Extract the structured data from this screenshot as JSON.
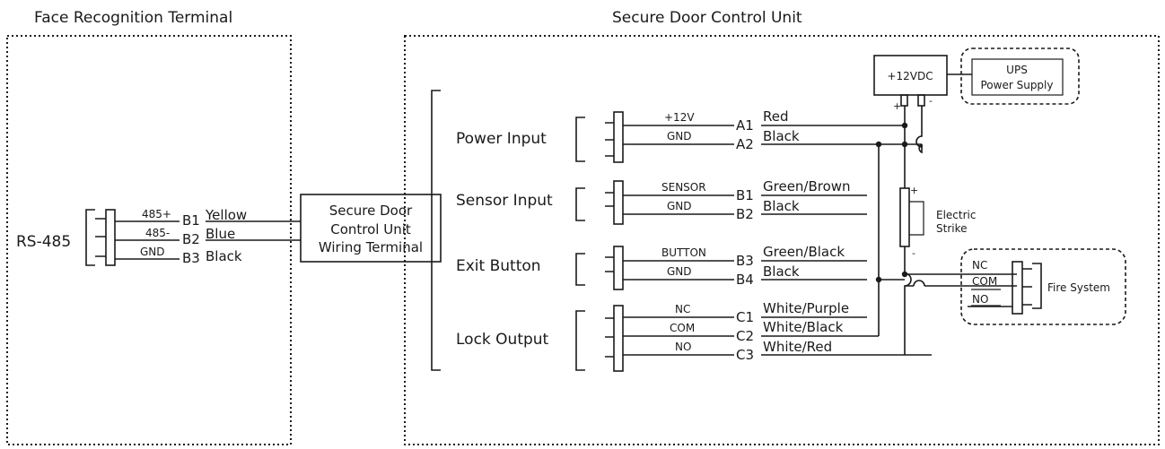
{
  "left_panel": {
    "title": "Face Recognition Terminal",
    "port_label": "RS-485",
    "pins": [
      {
        "signal": "485+",
        "pin": "B1",
        "wire": "Yellow"
      },
      {
        "signal": "485-",
        "pin": "B2",
        "wire": "Blue"
      },
      {
        "signal": "GND",
        "pin": "B3",
        "wire": "Black"
      }
    ]
  },
  "terminal_box": {
    "line1": "Secure Door",
    "line2": "Control Unit",
    "line3": "Wiring Terminal"
  },
  "right_panel": {
    "title": "Secure Door Control Unit",
    "groups": [
      {
        "label": "Power Input",
        "rows": [
          {
            "signal": "+12V",
            "pin": "A1",
            "wire": "Red"
          },
          {
            "signal": "GND",
            "pin": "A2",
            "wire": "Black"
          }
        ]
      },
      {
        "label": "Sensor Input",
        "rows": [
          {
            "signal": "SENSOR",
            "pin": "B1",
            "wire": "Green/Brown"
          },
          {
            "signal": "GND",
            "pin": "B2",
            "wire": "Black"
          }
        ]
      },
      {
        "label": "Exit Button",
        "rows": [
          {
            "signal": "BUTTON",
            "pin": "B3",
            "wire": "Green/Black"
          },
          {
            "signal": "GND",
            "pin": "B4",
            "wire": "Black"
          }
        ]
      },
      {
        "label": "Lock Output",
        "rows": [
          {
            "signal": "NC",
            "pin": "C1",
            "wire": "White/Purple"
          },
          {
            "signal": "COM",
            "pin": "C2",
            "wire": "White/Black"
          },
          {
            "signal": "NO",
            "pin": "C3",
            "wire": "White/Red"
          }
        ]
      }
    ],
    "psu": {
      "label": "+12VDC",
      "plus": "+",
      "minus": "-"
    },
    "ups": {
      "line1": "UPS",
      "line2": "Power Supply"
    },
    "strike": {
      "line1": "Electric",
      "line2": "Strike",
      "plus": "+",
      "minus": "-"
    },
    "fire": {
      "label": "Fire System",
      "pins": [
        "NC",
        "COM",
        "NO"
      ]
    }
  }
}
